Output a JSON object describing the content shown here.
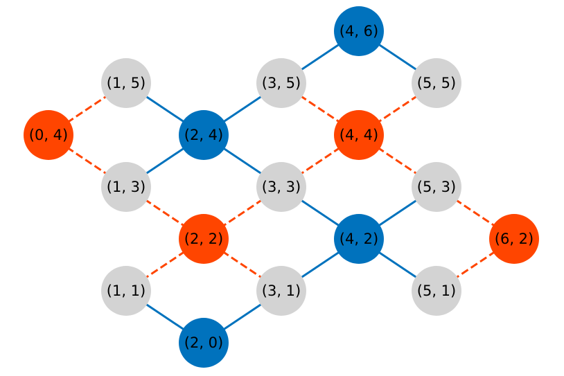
{
  "colors": {
    "blue": "#0072bd",
    "orange": "#ff4500",
    "gray": "#d3d3d3",
    "label": "#000000"
  },
  "nodes": [
    {
      "id": "0,4",
      "label": "(0, 4)",
      "x": 0,
      "y": 4,
      "color": "orange"
    },
    {
      "id": "1,1",
      "label": "(1, 1)",
      "x": 1,
      "y": 1,
      "color": "gray"
    },
    {
      "id": "1,3",
      "label": "(1, 3)",
      "x": 1,
      "y": 3,
      "color": "gray"
    },
    {
      "id": "1,5",
      "label": "(1, 5)",
      "x": 1,
      "y": 5,
      "color": "gray"
    },
    {
      "id": "2,0",
      "label": "(2, 0)",
      "x": 2,
      "y": 0,
      "color": "blue"
    },
    {
      "id": "2,2",
      "label": "(2, 2)",
      "x": 2,
      "y": 2,
      "color": "orange"
    },
    {
      "id": "2,4",
      "label": "(2, 4)",
      "x": 2,
      "y": 4,
      "color": "blue"
    },
    {
      "id": "3,1",
      "label": "(3, 1)",
      "x": 3,
      "y": 1,
      "color": "gray"
    },
    {
      "id": "3,3",
      "label": "(3, 3)",
      "x": 3,
      "y": 3,
      "color": "gray"
    },
    {
      "id": "3,5",
      "label": "(3, 5)",
      "x": 3,
      "y": 5,
      "color": "gray"
    },
    {
      "id": "4,2",
      "label": "(4, 2)",
      "x": 4,
      "y": 2,
      "color": "blue"
    },
    {
      "id": "4,4",
      "label": "(4, 4)",
      "x": 4,
      "y": 4,
      "color": "orange"
    },
    {
      "id": "4,6",
      "label": "(4, 6)",
      "x": 4,
      "y": 6,
      "color": "blue"
    },
    {
      "id": "5,1",
      "label": "(5, 1)",
      "x": 5,
      "y": 1,
      "color": "gray"
    },
    {
      "id": "5,3",
      "label": "(5, 3)",
      "x": 5,
      "y": 3,
      "color": "gray"
    },
    {
      "id": "5,5",
      "label": "(5, 5)",
      "x": 5,
      "y": 5,
      "color": "gray"
    },
    {
      "id": "6,2",
      "label": "(6, 2)",
      "x": 6,
      "y": 2,
      "color": "orange"
    }
  ],
  "edges": [
    {
      "from": "0,4",
      "to": "1,5",
      "style": "dashed",
      "color": "orange"
    },
    {
      "from": "0,4",
      "to": "1,3",
      "style": "dashed",
      "color": "orange"
    },
    {
      "from": "1,5",
      "to": "2,4",
      "style": "solid",
      "color": "blue"
    },
    {
      "from": "1,3",
      "to": "2,4",
      "style": "solid",
      "color": "blue"
    },
    {
      "from": "1,3",
      "to": "2,2",
      "style": "dashed",
      "color": "orange"
    },
    {
      "from": "2,4",
      "to": "3,5",
      "style": "solid",
      "color": "blue"
    },
    {
      "from": "2,4",
      "to": "3,3",
      "style": "solid",
      "color": "blue"
    },
    {
      "from": "3,5",
      "to": "4,6",
      "style": "solid",
      "color": "blue"
    },
    {
      "from": "3,5",
      "to": "4,4",
      "style": "dashed",
      "color": "orange"
    },
    {
      "from": "4,6",
      "to": "5,5",
      "style": "solid",
      "color": "blue"
    },
    {
      "from": "5,5",
      "to": "4,4",
      "style": "dashed",
      "color": "orange"
    },
    {
      "from": "4,4",
      "to": "3,3",
      "style": "dashed",
      "color": "orange"
    },
    {
      "from": "4,4",
      "to": "5,3",
      "style": "dashed",
      "color": "orange"
    },
    {
      "from": "3,3",
      "to": "2,2",
      "style": "dashed",
      "color": "orange"
    },
    {
      "from": "3,3",
      "to": "4,2",
      "style": "solid",
      "color": "blue"
    },
    {
      "from": "5,3",
      "to": "4,2",
      "style": "solid",
      "color": "blue"
    },
    {
      "from": "5,3",
      "to": "6,2",
      "style": "dashed",
      "color": "orange"
    },
    {
      "from": "2,2",
      "to": "1,1",
      "style": "dashed",
      "color": "orange"
    },
    {
      "from": "2,2",
      "to": "3,1",
      "style": "dashed",
      "color": "orange"
    },
    {
      "from": "4,2",
      "to": "3,1",
      "style": "solid",
      "color": "blue"
    },
    {
      "from": "4,2",
      "to": "5,1",
      "style": "solid",
      "color": "blue"
    },
    {
      "from": "6,2",
      "to": "5,1",
      "style": "dashed",
      "color": "orange"
    },
    {
      "from": "1,1",
      "to": "2,0",
      "style": "solid",
      "color": "blue"
    },
    {
      "from": "3,1",
      "to": "2,0",
      "style": "solid",
      "color": "blue"
    }
  ]
}
